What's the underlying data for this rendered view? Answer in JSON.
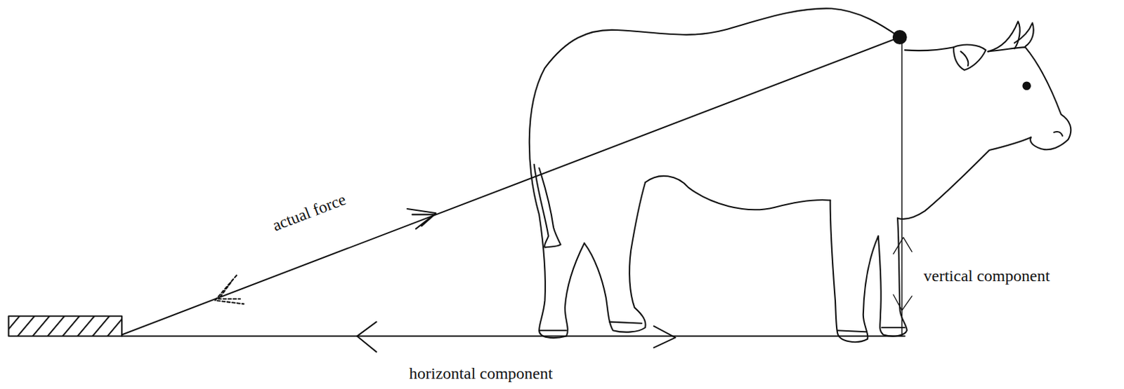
{
  "diagram": {
    "labels": [
      "actual force",
      "vertical component",
      "horizontal component"
    ]
  }
}
